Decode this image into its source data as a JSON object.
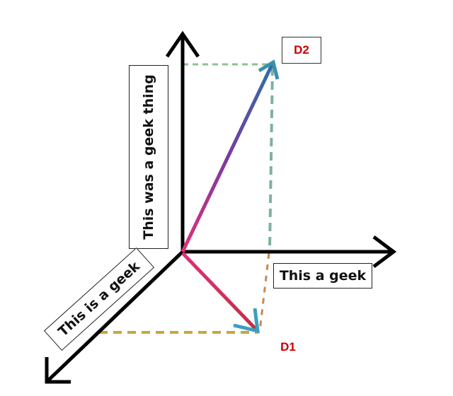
{
  "axes": {
    "vertical_label": "This was a geek thing",
    "horizontal_label": "This a geek",
    "diagonal_label": "This is a geek"
  },
  "vectors": [
    {
      "name": "D2",
      "color": "#cc0000"
    },
    {
      "name": "D1",
      "color": "#cc0000"
    }
  ],
  "colors": {
    "axis": "#000000",
    "d2_gradient": [
      "#e0307a",
      "#7a3aa0",
      "#2d6fa8"
    ],
    "d1_gradient": [
      "#e0307a",
      "#c03040"
    ],
    "d2_dash": "#7fb0a0",
    "d1_dash": "#c8a640"
  }
}
